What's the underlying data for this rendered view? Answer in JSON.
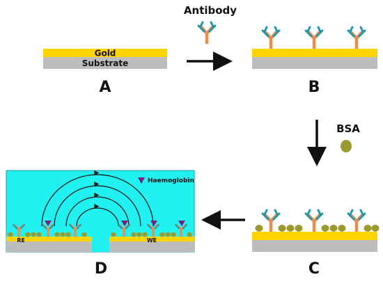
{
  "panels": {
    "a": {
      "letter": "A",
      "gold_label": "Gold",
      "substrate_label": "Substrate"
    },
    "b": {
      "letter": "B"
    },
    "c": {
      "letter": "C"
    },
    "d": {
      "letter": "D",
      "re_label": "RE",
      "we_label": "WE"
    }
  },
  "reagents": {
    "antibody": "Antibody",
    "bsa": "BSA",
    "haemoglobin": "Haemoglobin"
  },
  "colors": {
    "gold": "#FFD400",
    "substrate": "#BDBDBD",
    "antibody_body": "#F08A4B",
    "antibody_tip": "#1E9AA6",
    "bsa": "#9A9A2E",
    "haemoglobin": "#7A1E7E",
    "solution": "#22F1F1"
  }
}
